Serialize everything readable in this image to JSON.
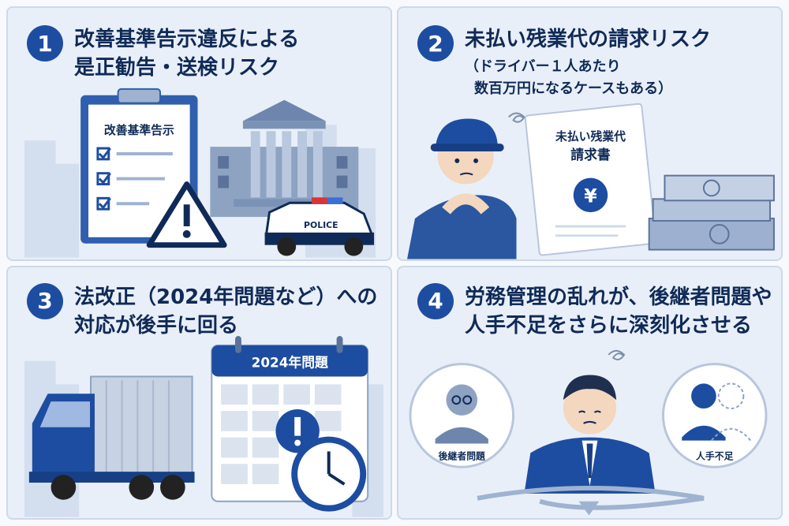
{
  "panels": [
    {
      "number": "1",
      "title_line1": "改善基準告示違反による",
      "title_line2": "是正勧告・送検リスク",
      "clipboard_label": "改善基準告示",
      "police_label": "POLICE"
    },
    {
      "number": "2",
      "title_line1": "未払い残業代の請求リスク",
      "sub_line1": "（ドライバー１人あたり",
      "sub_line2": "数百万円になるケースもある）",
      "doc_label_line1": "未払い残業代",
      "doc_label_line2": "請求書",
      "yen_symbol": "¥"
    },
    {
      "number": "3",
      "title_line1": "法改正（2024年問題など）への",
      "title_line2": "対応が後手に回る",
      "calendar_label": "2024年問題"
    },
    {
      "number": "4",
      "title_line1": "労務管理の乱れが、後継者問題や",
      "title_line2": "人手不足をさらに深刻化させる",
      "left_bubble_label": "後継者問題",
      "right_bubble_label": "人手不足"
    }
  ],
  "colors": {
    "primary": "#1d4da1",
    "panel_bg": "#e9eff8",
    "text": "#0f2a57"
  }
}
